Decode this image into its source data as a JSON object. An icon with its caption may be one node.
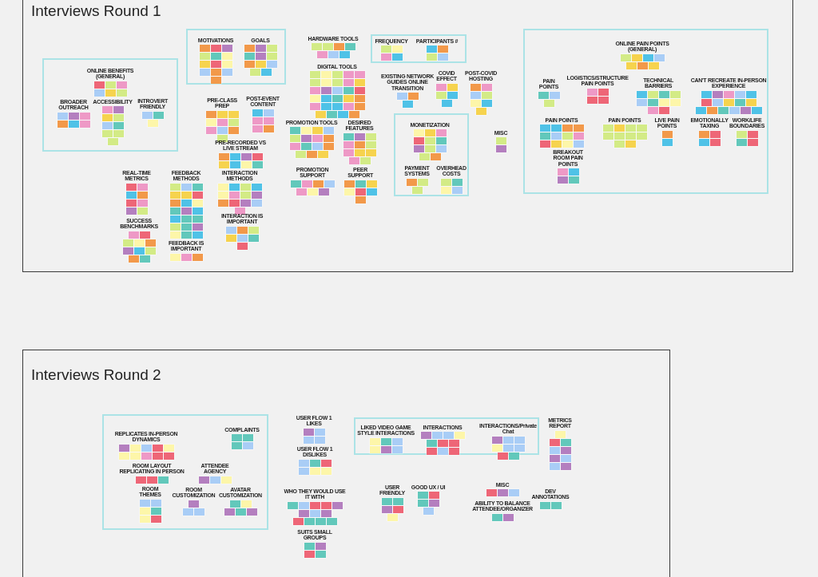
{
  "diagram": {
    "nodes": [
      {
        "text": [
          "Interviews Round 1"
        ]
      },
      {
        "text": [],
        "shape": "box",
        "in": 0
      },
      {
        "text": [
          "ONLINE BENEFITS (GENERAL)"
        ],
        "in": 1
      },
      {
        "text": [
          "BROADER OUTREACH"
        ],
        "in": 1
      },
      {
        "text": [
          "ACCESSIBILITY"
        ],
        "in": 1
      },
      {
        "text": [
          "INTROVERT FRIENDLY"
        ],
        "in": 1
      },
      {
        "text": [],
        "shape": "box",
        "in": 0
      },
      {
        "text": [
          "MOTIVATIONS"
        ],
        "in": 6
      },
      {
        "text": [
          "GOALS"
        ],
        "in": 6
      },
      {
        "text": [
          "PRE-CLASS PREP"
        ],
        "in": 0
      },
      {
        "text": [
          "POST-EVENT CONTENT"
        ],
        "in": 0
      },
      {
        "text": [
          "PRE-RECORDED VS LIVE STREAM"
        ],
        "in": 0
      },
      {
        "text": [
          "REAL-TIME METRICS"
        ],
        "in": 0
      },
      {
        "text": [
          "FEEDBACK METHODS"
        ],
        "in": 0
      },
      {
        "text": [
          "INTERACTION METHODS"
        ],
        "in": 0
      },
      {
        "text": [
          "INTERACTION IS IMPORTANT"
        ],
        "in": 0
      },
      {
        "text": [
          "SUCCESS BENCHMARKS"
        ],
        "in": 0
      },
      {
        "text": [
          "FEEDBACK IS IMPORTANT"
        ],
        "in": 0
      },
      {
        "text": [
          "HARDWARE TOOLS"
        ],
        "in": 0
      },
      {
        "text": [],
        "shape": "box",
        "in": 0
      },
      {
        "text": [
          "FREQUENCY"
        ],
        "in": 19
      },
      {
        "text": [
          "PARTICIPANTS #"
        ],
        "in": 19
      },
      {
        "text": [
          "DIGITAL TOOLS"
        ],
        "in": 0
      },
      {
        "text": [
          "EXISTING NETWORK GUIDES ONLINE TRANSITION"
        ],
        "in": 0
      },
      {
        "text": [
          "COVID EFFECT"
        ],
        "in": 0
      },
      {
        "text": [
          "POST-COVID HOSTING"
        ],
        "in": 0
      },
      {
        "text": [
          "PROMOTION TOOLS"
        ],
        "in": 0
      },
      {
        "text": [
          "DESIRED FEATURES"
        ],
        "in": 0
      },
      {
        "text": [
          "PROMOTION SUPPORT"
        ],
        "in": 0
      },
      {
        "text": [
          "PEER SUPPORT"
        ],
        "in": 0
      },
      {
        "text": [],
        "shape": "box",
        "in": 0
      },
      {
        "text": [
          "MONETIZATION"
        ],
        "in": 30
      },
      {
        "text": [
          "PAYMENT SYSTEMS"
        ],
        "in": 30
      },
      {
        "text": [
          "OVERHEAD COSTS"
        ],
        "in": 30
      },
      {
        "text": [
          "MISC"
        ],
        "in": 0
      },
      {
        "text": [],
        "shape": "box",
        "in": 0
      },
      {
        "text": [
          "ONLINE PAIN POINTS (GENERAL)"
        ],
        "in": 35
      },
      {
        "text": [
          "PAIN POINTS"
        ],
        "in": 35
      },
      {
        "text": [
          "LOGISTICS/STRUCTURE PAIN POINTS"
        ],
        "in": 35
      },
      {
        "text": [
          "TECHNICAL BARRIERS"
        ],
        "in": 35
      },
      {
        "text": [
          "CAN'T RECREATE IN-PERSON EXPERIENCE"
        ],
        "in": 35
      },
      {
        "text": [
          "PAIN POINTS"
        ],
        "in": 35
      },
      {
        "text": [
          "PAIN POINTS"
        ],
        "in": 35
      },
      {
        "text": [
          "LIVE PAIN POINTS"
        ],
        "in": 35
      },
      {
        "text": [
          "EMOTIONALLY TAXING"
        ],
        "in": 35
      },
      {
        "text": [
          "WORK/LIFE BOUNDARIES"
        ],
        "in": 35
      },
      {
        "text": [
          "BREAKOUT ROOM PAIN POINTS"
        ],
        "in": 35
      },
      {
        "text": [
          "Interviews Round 2"
        ]
      },
      {
        "text": [],
        "shape": "box",
        "in": 47
      },
      {
        "text": [
          "REPLICATES IN-PERSON DYNAMICS"
        ],
        "in": 48
      },
      {
        "text": [
          "COMPLAINTS"
        ],
        "in": 48
      },
      {
        "text": [
          "ROOM LAYOUT REPLICATING IN PERSON"
        ],
        "in": 48
      },
      {
        "text": [
          "ATTENDEE AGENCY"
        ],
        "in": 48
      },
      {
        "text": [
          "ROOM THEMES"
        ],
        "in": 48
      },
      {
        "text": [
          "ROOM CUSTOMIZATION"
        ],
        "in": 48
      },
      {
        "text": [
          "AVATAR CUSTOMIZATION"
        ],
        "in": 48
      },
      {
        "text": [
          "USER FLOW 1 LIKES"
        ],
        "in": 47
      },
      {
        "text": [
          "USER FLOW 1 DISLIKES"
        ],
        "in": 47
      },
      {
        "text": [],
        "shape": "box",
        "in": 47
      },
      {
        "text": [
          "LIKED VIDEO GAME STYLE INTERACTIONS"
        ],
        "in": 58
      },
      {
        "text": [
          "INTERACTIONS"
        ],
        "in": 58
      },
      {
        "text": [
          "INTERACTIONS/Private Chat"
        ],
        "in": 58
      },
      {
        "text": [
          "METRICS REPORT"
        ],
        "in": 47
      },
      {
        "text": [
          "WHO THEY WOULD USE IT WITH"
        ],
        "in": 47
      },
      {
        "text": [
          "SUITS SMALL GROUPS"
        ],
        "in": 47
      },
      {
        "text": [
          "USER FRIENDLY"
        ],
        "in": 47
      },
      {
        "text": [
          "GOOD UX / UI"
        ],
        "in": 47
      },
      {
        "text": [
          "MISC"
        ],
        "in": 47
      },
      {
        "text": [
          "ABILITY TO BALANCE ATTENDEE/ORGANIZER"
        ],
        "in": 47
      },
      {
        "text": [
          "DEV ANNOTATIONS"
        ],
        "in": 47
      }
    ]
  }
}
